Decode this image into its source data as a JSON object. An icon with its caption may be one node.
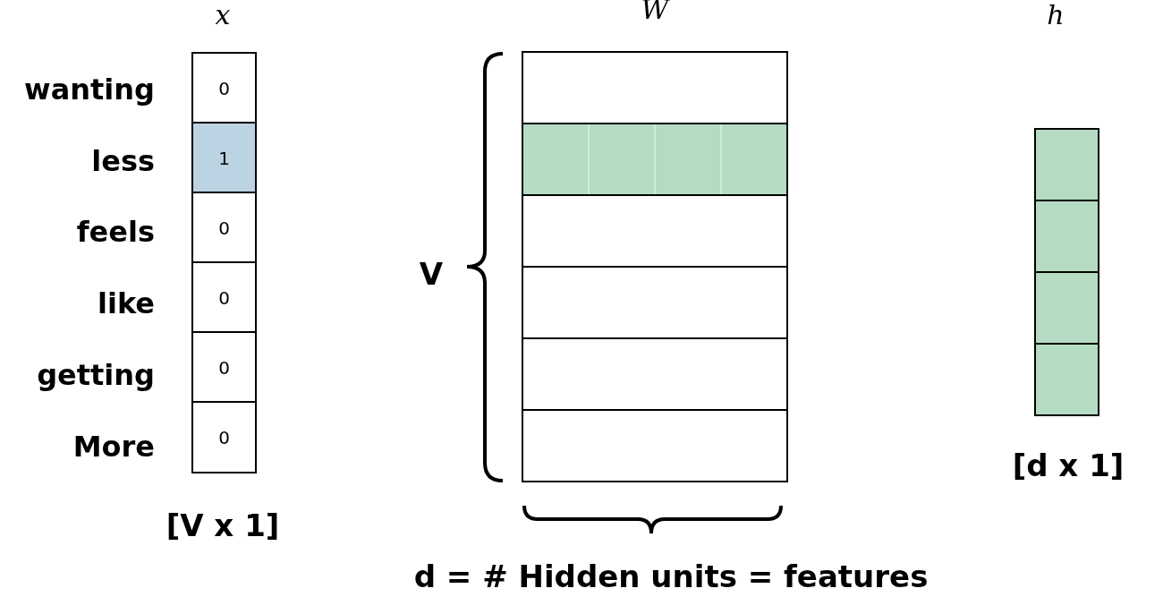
{
  "diagram": {
    "labels": [
      "x",
      "W",
      "h",
      "wanting",
      "0",
      "less",
      "1",
      "feels",
      "0",
      "V",
      "like",
      "0",
      "getting",
      "0",
      "More",
      "0",
      "[d x 1]",
      "[V x 1]",
      "d = # Hidden units = features"
    ]
  }
}
